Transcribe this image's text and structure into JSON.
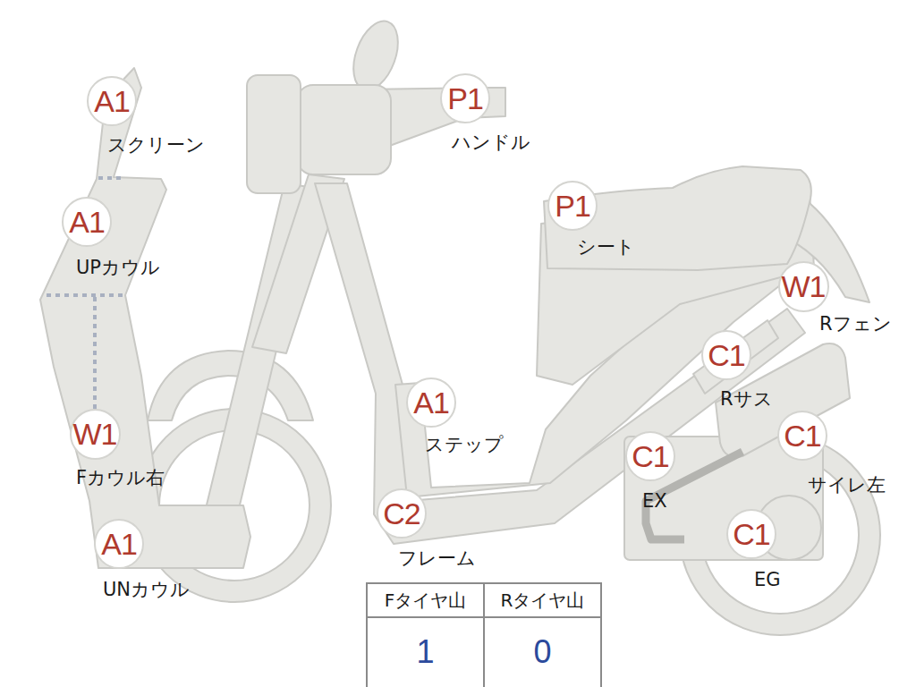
{
  "diagram": {
    "nodes": [
      {
        "text": [
          "A1",
          "スクリーン"
        ]
      },
      {
        "text": [
          "P1",
          "ハンドル"
        ]
      },
      {
        "text": [
          "A1",
          "UPカウル"
        ]
      },
      {
        "text": [
          "P1",
          "シート"
        ]
      },
      {
        "text": [
          "W1",
          "Rフェン"
        ]
      },
      {
        "text": [
          "C1",
          "Rサス"
        ]
      },
      {
        "text": [
          "A1",
          "ステップ"
        ]
      },
      {
        "text": [
          "W1",
          "Fカウル右"
        ]
      },
      {
        "text": [
          "C1",
          "EX"
        ]
      },
      {
        "text": [
          "C1",
          "サイレ左"
        ]
      },
      {
        "text": [
          "A1",
          "UNカウル"
        ]
      },
      {
        "text": [
          "C2",
          "フレーム"
        ]
      },
      {
        "text": [
          "C1",
          "EG"
        ]
      }
    ],
    "labels": [
      "Fタイヤ山",
      "Rタイヤ山",
      "1",
      "0"
    ]
  }
}
